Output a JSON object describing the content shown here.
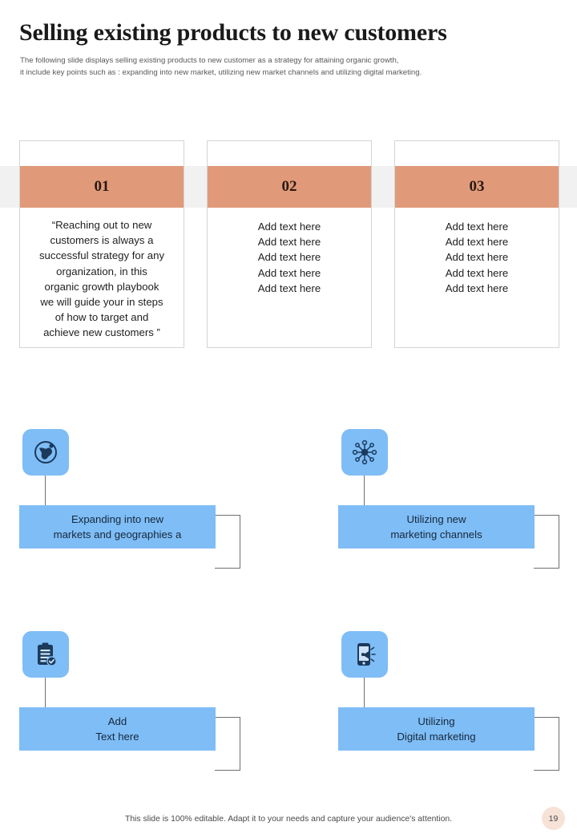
{
  "slide": {
    "title": "Selling existing products to new customers",
    "subtitle_line1": "The following slide displays selling existing products to new customer as  a strategy for attaining organic growth,",
    "subtitle_line2": "it include key points such as : expanding into new market, utilizing new market channels and utilizing digital marketing."
  },
  "colors": {
    "accent_orange": "#e09a7a",
    "accent_blue": "#7fbdf6",
    "band_gray": "#f1f1f1",
    "badge_peach": "#f7e2d8",
    "connector_gray": "#6f6f6f",
    "icon_navy": "#1b3a5c"
  },
  "cards": [
    {
      "number": "01",
      "body_lines": [
        "“Reaching out to new",
        "customers is always a",
        "successful strategy for any",
        "organization, in this",
        "organic growth playbook",
        "we will guide your in steps",
        "of how to target and",
        "achieve new customers  ”"
      ]
    },
    {
      "number": "02",
      "body_lines": [
        "Add text here",
        "Add text here",
        "Add text here",
        "Add text here",
        "Add text here"
      ]
    },
    {
      "number": "03",
      "body_lines": [
        "Add text here",
        "Add text here",
        "Add text here",
        "Add text here",
        "Add text here"
      ]
    }
  ],
  "features": [
    {
      "icon": "globe-icon",
      "label_line1": "Expanding into new",
      "label_line2": "markets and geographies a"
    },
    {
      "icon": "network-hub-icon",
      "label_line1": "Utilizing new",
      "label_line2": "marketing channels"
    },
    {
      "icon": "clipboard-check-icon",
      "label_line1": "Add",
      "label_line2": "Text here"
    },
    {
      "icon": "mobile-megaphone-icon",
      "label_line1": "Utilizing",
      "label_line2": "Digital marketing"
    }
  ],
  "footer": {
    "note": "This slide is 100% editable. Adapt it to your needs and capture your audience's attention.",
    "page_number": "19"
  }
}
